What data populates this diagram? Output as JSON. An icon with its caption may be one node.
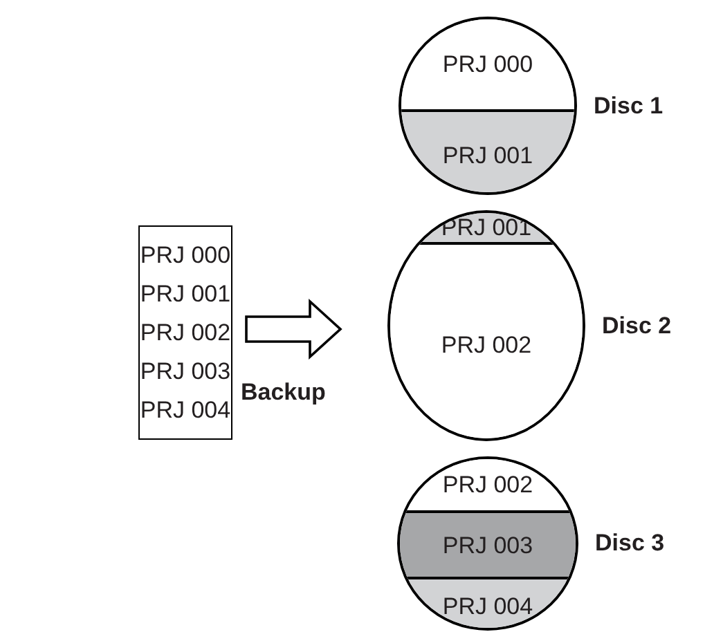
{
  "diagram": {
    "nodes": [
      {
        "text": [
          "PRJ 000",
          "PRJ 001",
          "PRJ 002",
          "PRJ 003",
          "PRJ 004"
        ]
      },
      {
        "text": [],
        "shape": "circle",
        "beside": [
          "Disc 1"
        ]
      },
      {
        "text": [
          "PRJ 000"
        ],
        "in": 1
      },
      {
        "text": [
          "PRJ 001"
        ],
        "in": 1
      },
      {
        "text": [],
        "shape": "circle",
        "beside": [
          "Disc 2"
        ]
      },
      {
        "text": [
          "PRJ 001"
        ],
        "in": 4
      },
      {
        "text": [
          "PRJ 002"
        ],
        "in": 4
      },
      {
        "text": [],
        "shape": "circle",
        "beside": [
          "Disc 3"
        ]
      },
      {
        "text": [
          "PRJ 002"
        ],
        "in": 7
      },
      {
        "text": [
          "PRJ 003"
        ],
        "in": 7
      },
      {
        "text": [
          "PRJ 004"
        ],
        "in": 7
      }
    ],
    "edges": [
      {
        "from": 0,
        "to": 4,
        "arrow": "to",
        "label": "Backup"
      }
    ]
  }
}
